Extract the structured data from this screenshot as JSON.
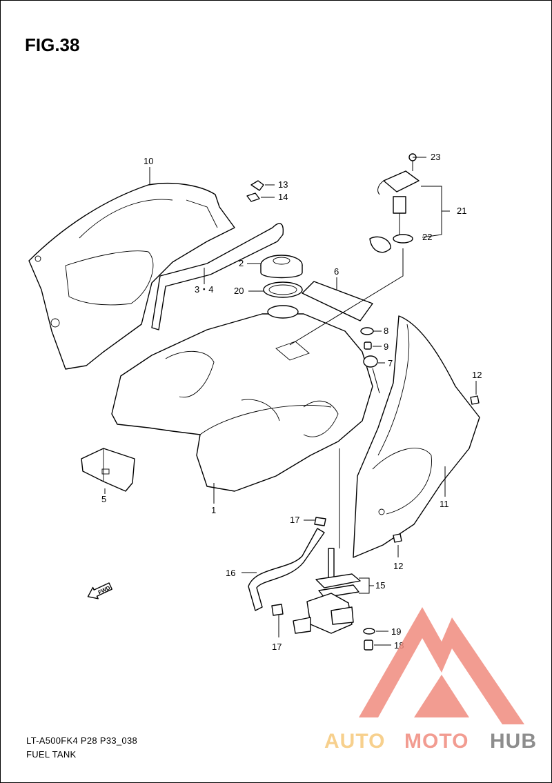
{
  "figure": {
    "title": "FIG.38"
  },
  "footer": {
    "model_code": "LT-A500FK4 P28 P33_038",
    "caption": "FUEL TANK"
  },
  "callouts": {
    "c1": "1",
    "c2": "2",
    "c34": "3・4",
    "c5": "5",
    "c6": "6",
    "c7": "7",
    "c8": "8",
    "c9": "9",
    "c10": "10",
    "c11": "11",
    "c12a": "12",
    "c12b": "12",
    "c13": "13",
    "c14": "14",
    "c15": "15",
    "c16": "16",
    "c17a": "17",
    "c17b": "17",
    "c18": "18",
    "c19": "19",
    "c20": "20",
    "c21": "21",
    "c22": "22",
    "c23": "23"
  },
  "fwd_label": "FWD",
  "watermark": {
    "text_a": "AUTO",
    "text_b": "MOTO",
    "text_c": "HUB",
    "color_light": "#f6c87a",
    "color_main": "#f08b7e",
    "color_dark": "#7a7a7a"
  }
}
